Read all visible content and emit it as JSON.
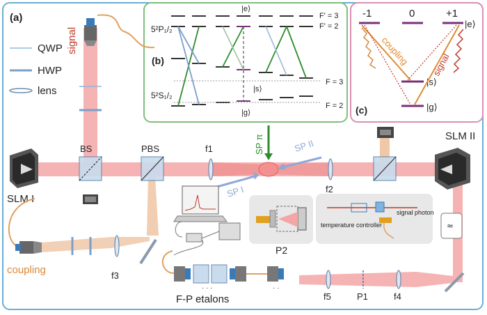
{
  "panels": {
    "a": "(a)",
    "b": "(b)",
    "c": "(c)"
  },
  "legend": {
    "qwp": "QWP",
    "hwp": "HWP",
    "lens": "lens"
  },
  "components": {
    "signal": "signal",
    "coupling": "coupling",
    "bs": "BS",
    "pbs": "PBS",
    "f1": "f1",
    "f2": "f2",
    "f3": "f3",
    "f4": "f4",
    "f5": "f5",
    "p1": "P1",
    "p2": "P2",
    "slm1": "SLM I",
    "slm2": "SLM II",
    "sp_pi": "SP π",
    "sp_i": "SP I",
    "sp_ii": "SP II",
    "etalons": "F-P etalons",
    "temperature_controller": "temperature controller",
    "signal_photon": "signal photon"
  },
  "levels": {
    "p_state": "5²P₁/₂",
    "s_state": "5²S₁/₂",
    "f_prime_3": "F' = 3",
    "f_prime_2": "F' = 2",
    "f3": "F = 3",
    "f2": "F = 2",
    "e_ket": "|e⟩",
    "s_ket": "|s⟩",
    "g_ket": "|g⟩"
  },
  "lambda_scheme": {
    "m_minus": "-1",
    "m_zero": "0",
    "m_plus": "+1",
    "e_ket": "|e⟩",
    "s_ket": "|s⟩",
    "g_ket": "|g⟩",
    "coupling": "coupling",
    "signal": "signal"
  },
  "colors": {
    "panel_a_border": "#6aaed6",
    "panel_b_border": "#7cc07c",
    "panel_c_border": "#d98fb4",
    "beam": "#f4a6a6",
    "fiber": "#e0a060",
    "level_purple": "#7a2f7a"
  }
}
